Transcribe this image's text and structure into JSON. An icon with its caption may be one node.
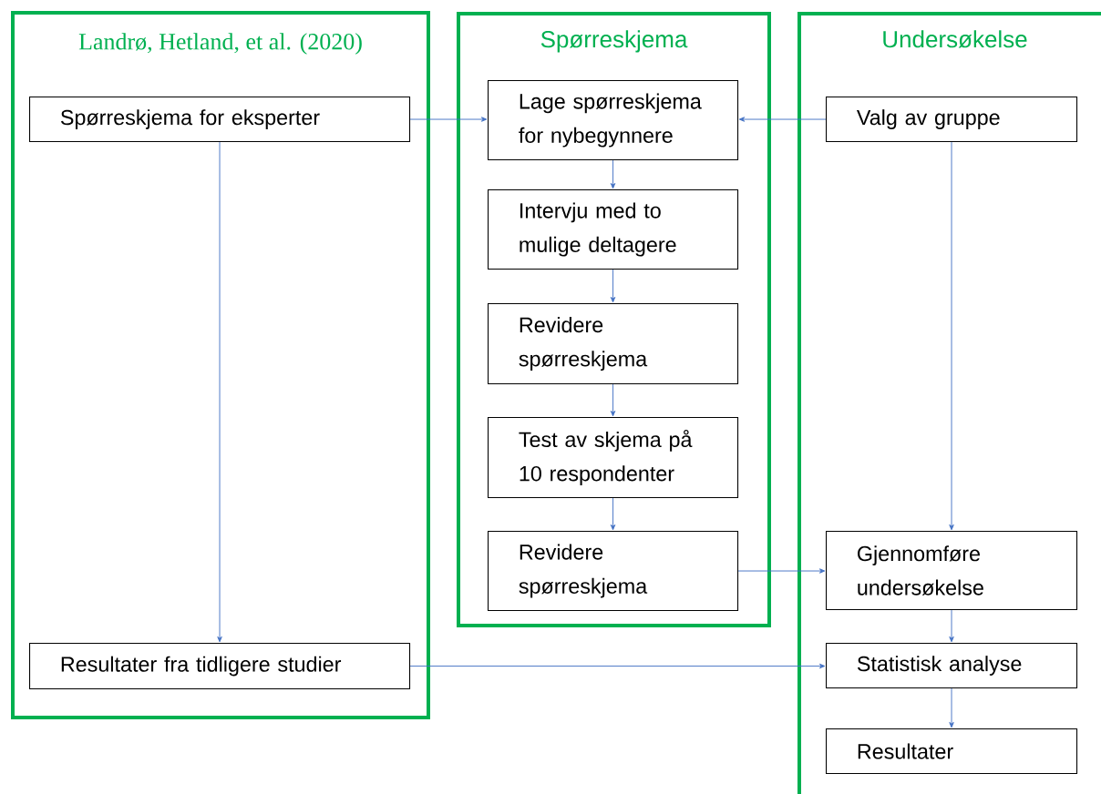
{
  "diagram": {
    "nodes": [
      {
        "text": [
          "Landrø, Hetland, et al. (2020)"
        ]
      },
      {
        "text": [
          "Spørreskjema for eksperter"
        ],
        "in": 0
      },
      {
        "text": [
          "Resultater fra tidligere studier"
        ],
        "in": 0
      },
      {
        "text": [
          "Spørreskjema"
        ]
      },
      {
        "text": [
          "Lage spørreskjema for nybegynnere"
        ],
        "in": 3
      },
      {
        "text": [
          "Intervju med to mulige deltagere"
        ],
        "in": 3
      },
      {
        "text": [
          "Revidere spørreskjema"
        ],
        "in": 3
      },
      {
        "text": [
          "Test av skjema på 10 respondenter"
        ],
        "in": 3
      },
      {
        "text": [
          "Revidere spørreskjema"
        ],
        "in": 3
      },
      {
        "text": [
          "Undersøkelse"
        ]
      },
      {
        "text": [
          "Valg av gruppe"
        ],
        "in": 9
      },
      {
        "text": [
          "Gjennomføre undersøkelse"
        ],
        "in": 9
      },
      {
        "text": [
          "Statistisk analyse"
        ],
        "in": 9
      },
      {
        "text": [
          "Resultater"
        ],
        "in": 9
      }
    ],
    "edges": [
      {
        "from": 1,
        "to": 4,
        "arrow": "to"
      },
      {
        "from": 10,
        "to": 4,
        "arrow": "to"
      },
      {
        "from": 1,
        "to": 2,
        "arrow": "to"
      },
      {
        "from": 4,
        "to": 5,
        "arrow": "to"
      },
      {
        "from": 5,
        "to": 6,
        "arrow": "to"
      },
      {
        "from": 6,
        "to": 7,
        "arrow": "to"
      },
      {
        "from": 7,
        "to": 8,
        "arrow": "to"
      },
      {
        "from": 8,
        "to": 11,
        "arrow": "to"
      },
      {
        "from": 10,
        "to": 11,
        "arrow": "to"
      },
      {
        "from": 2,
        "to": 12,
        "arrow": "to"
      },
      {
        "from": 11,
        "to": 12,
        "arrow": "to"
      },
      {
        "from": 12,
        "to": 13,
        "arrow": "to"
      }
    ]
  }
}
